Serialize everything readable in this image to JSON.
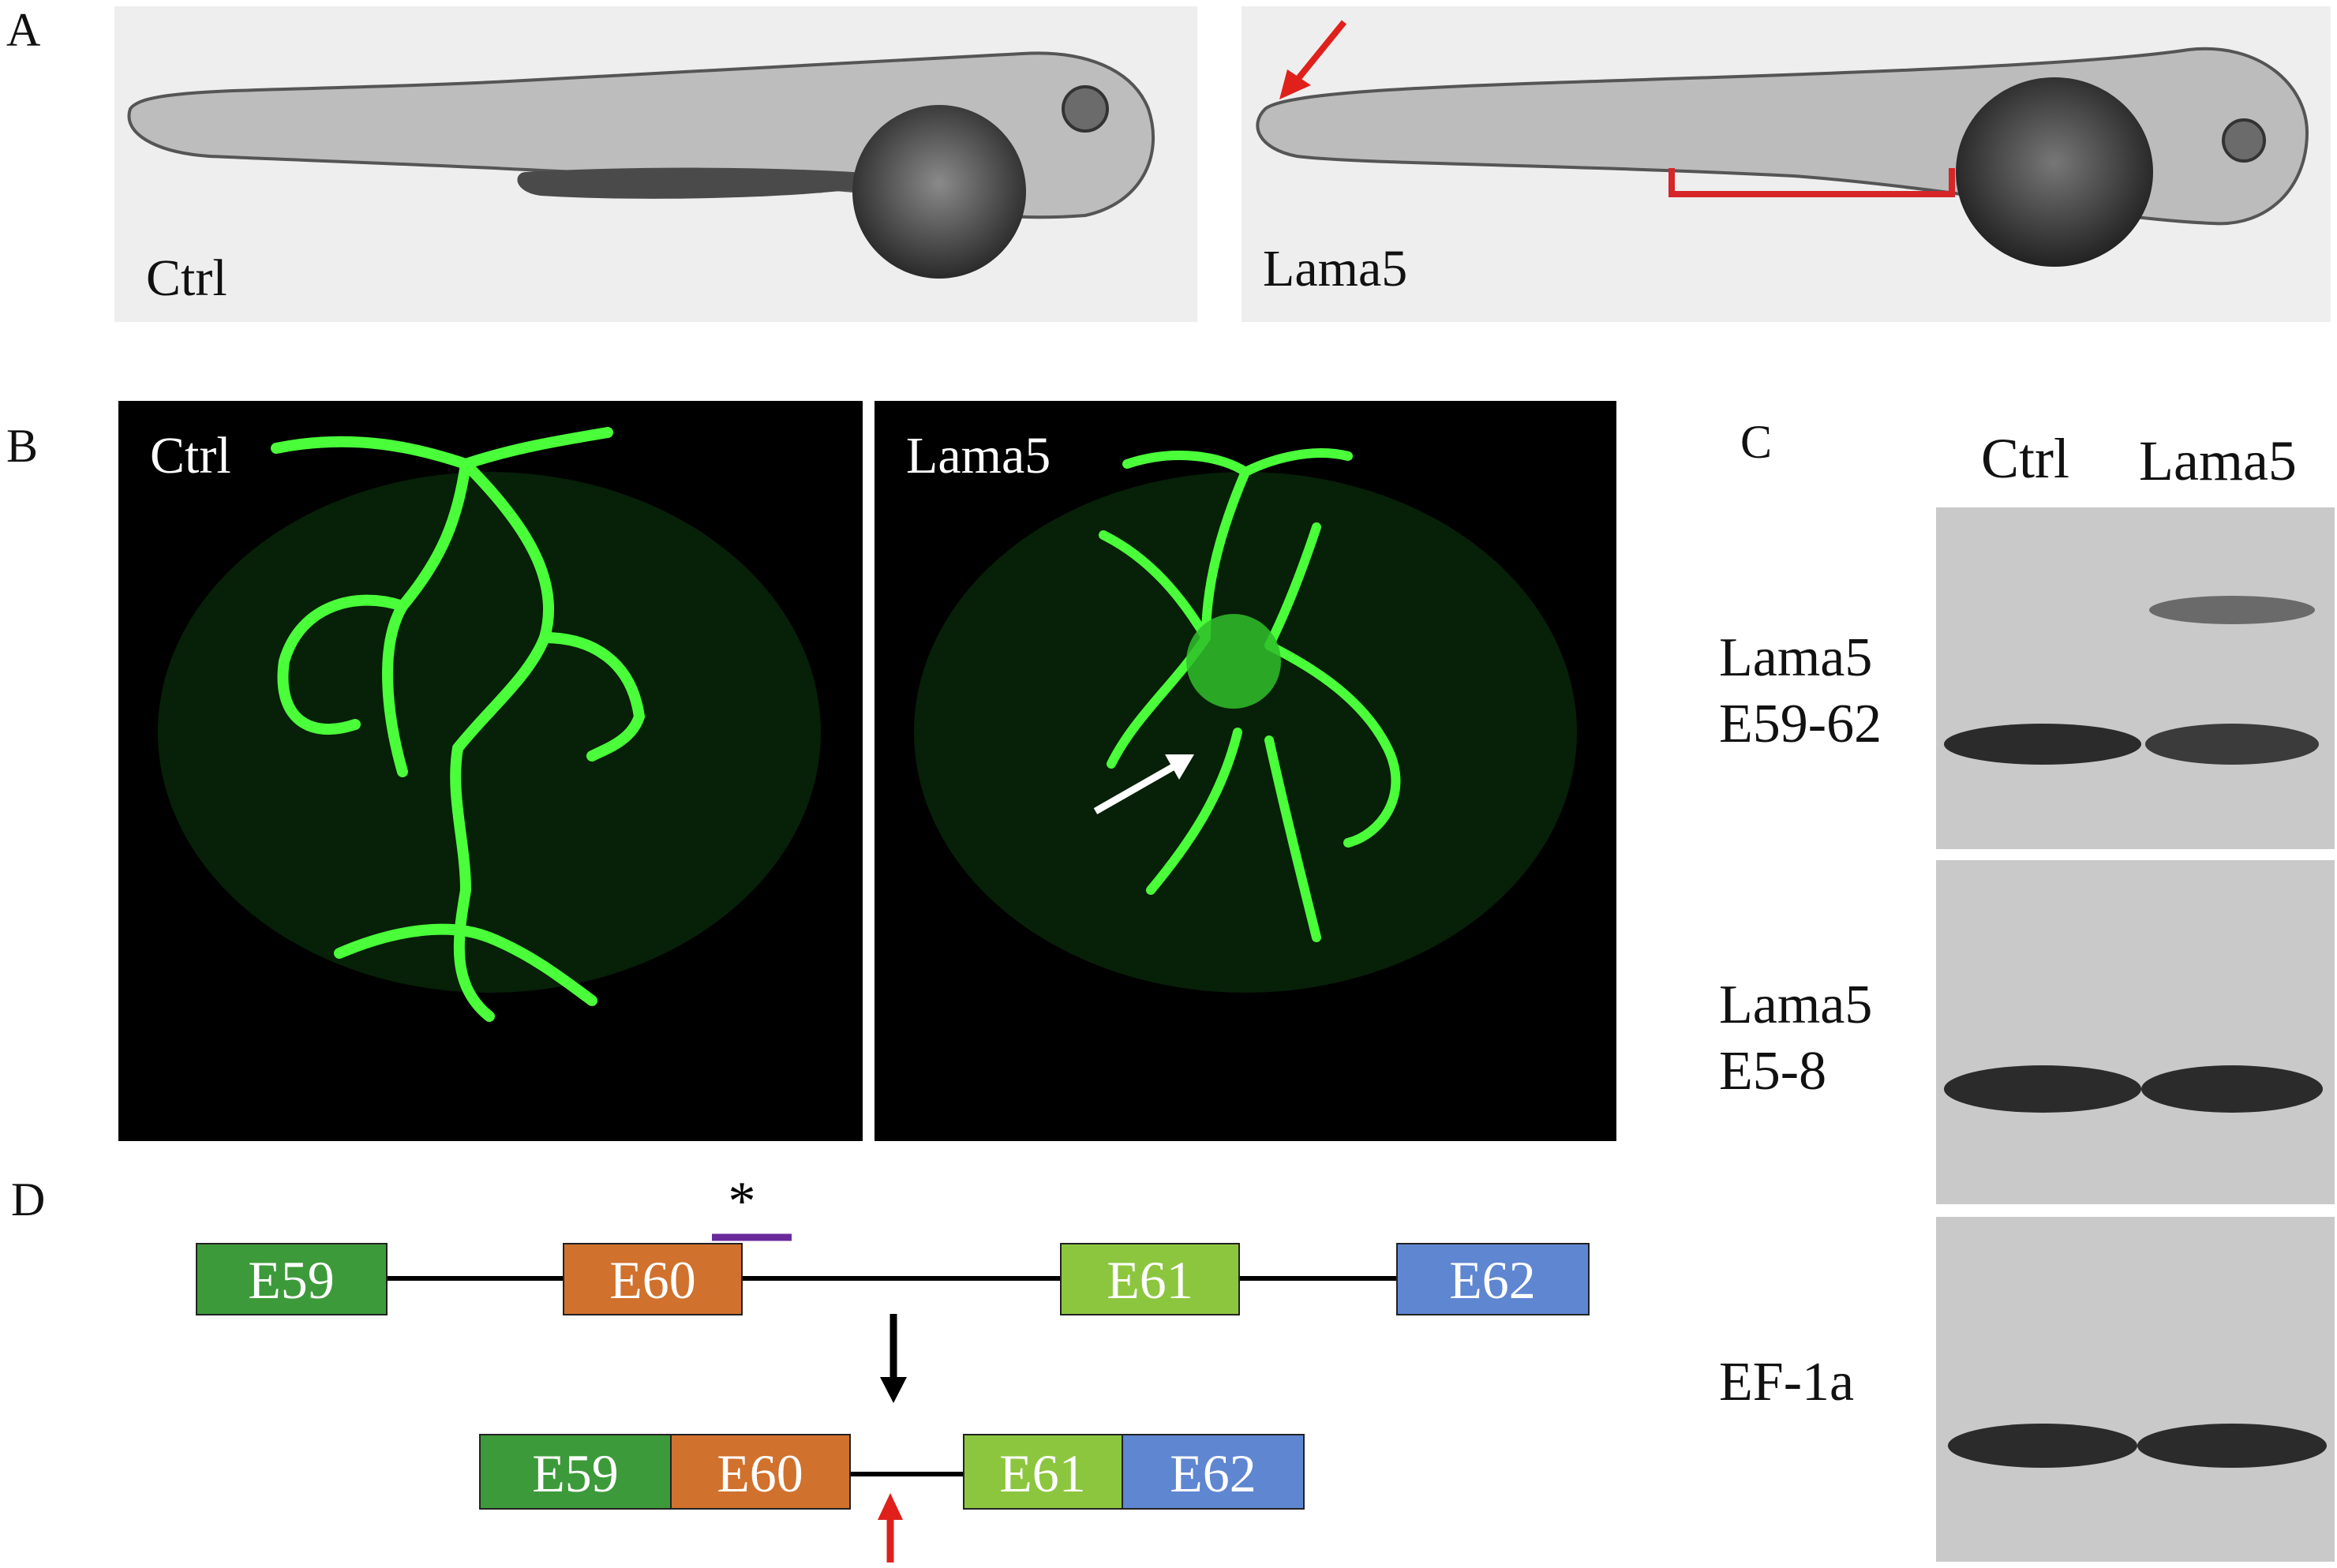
{
  "panels": {
    "A": {
      "label": "A",
      "left_caption": "Ctrl",
      "right_caption": "Lama5"
    },
    "B": {
      "label": "B",
      "left_caption": "Ctrl",
      "right_caption": "Lama5"
    },
    "C": {
      "label": "C",
      "col_headers": [
        "Ctrl",
        "Lama5"
      ],
      "rows": [
        {
          "line1": "Lama5",
          "line2": "E59-62"
        },
        {
          "line1": "Lama5",
          "line2": "E5-8"
        },
        {
          "line1": "EF-1a",
          "line2": ""
        }
      ]
    },
    "D": {
      "label": "D",
      "marker": "*",
      "top_exons": [
        "E59",
        "E60",
        "E61",
        "E62"
      ],
      "bottom_exons": [
        "E59",
        "E60",
        "E61",
        "E62"
      ]
    }
  },
  "colors": {
    "E59": "#3d9a3a",
    "E60": "#d0712d",
    "E61": "#8cc63f",
    "E62": "#5f86d1",
    "red_arrow": "#e0201b",
    "bracket": "#d6262a",
    "marker_bar": "#6a2a9c",
    "vessel_green": "#4aff3a"
  }
}
